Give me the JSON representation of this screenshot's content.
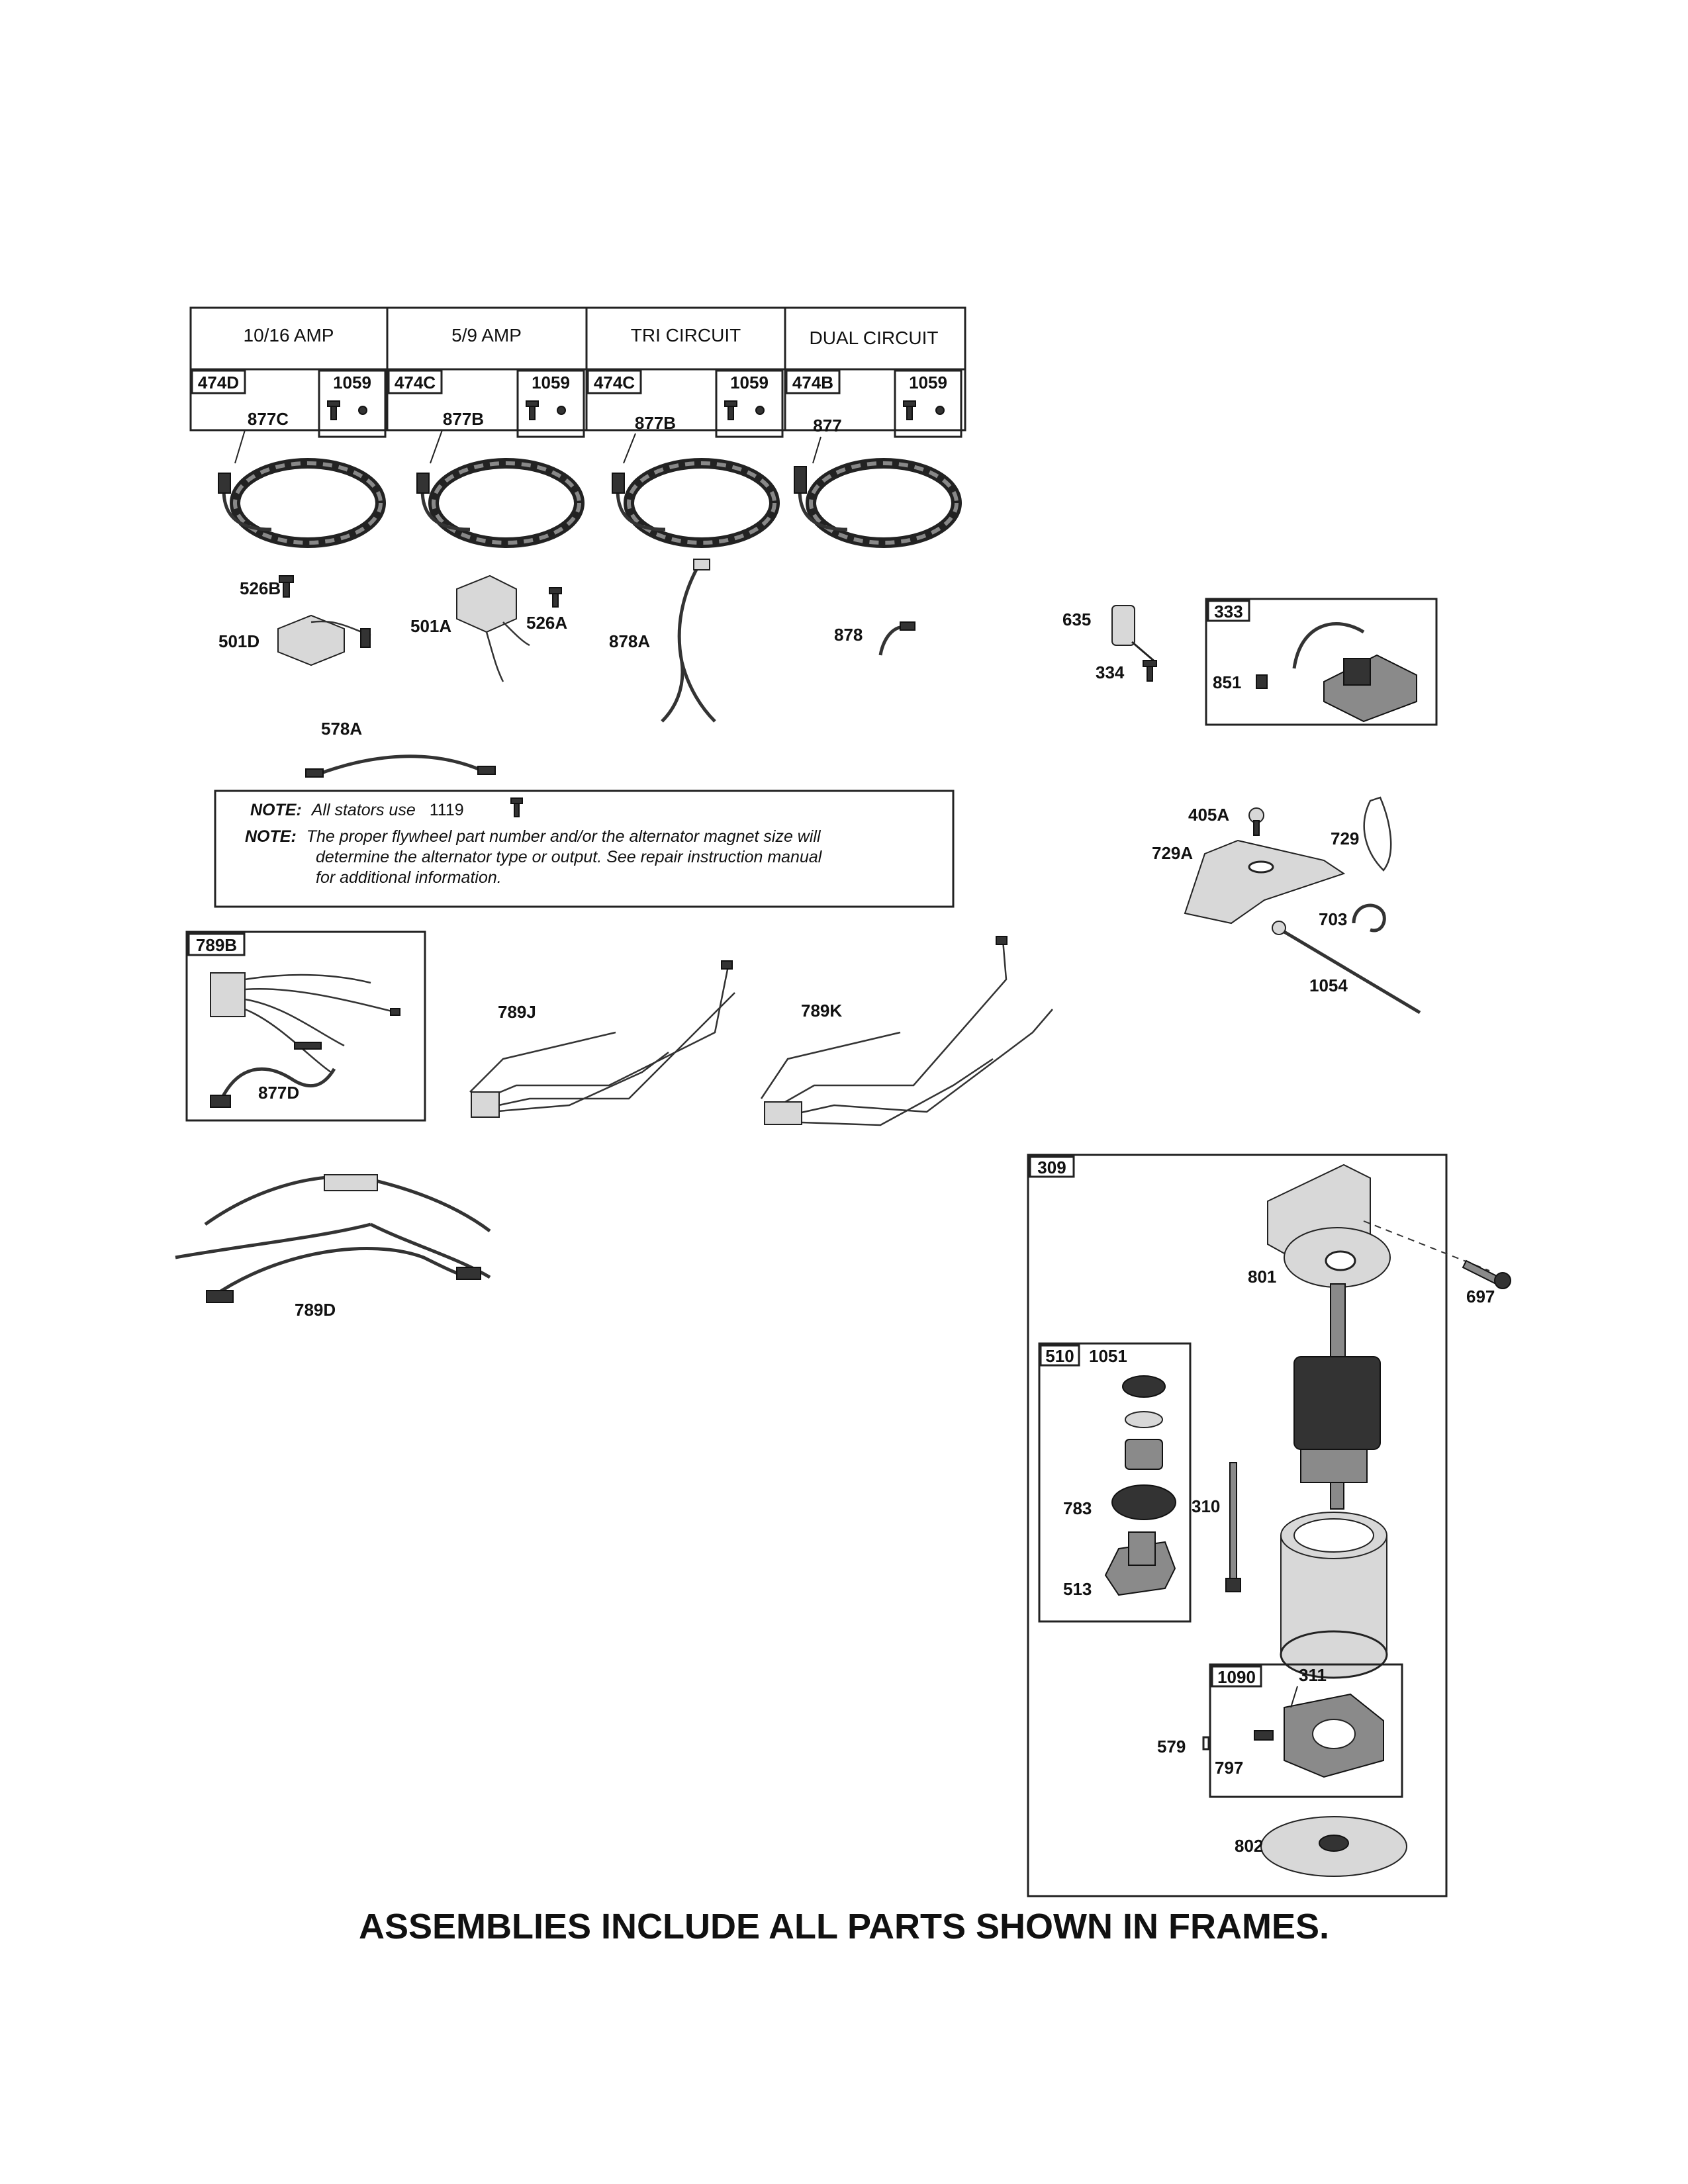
{
  "stator_table": {
    "columns": [
      {
        "header": "10/16 AMP",
        "assembly": "474D",
        "kit": "1059",
        "stator": "877C"
      },
      {
        "header": "5/9 AMP",
        "assembly": "474C",
        "kit": "1059",
        "stator": "877B"
      },
      {
        "header": "TRI CIRCUIT",
        "assembly": "474C",
        "kit": "1059",
        "stator": "877B"
      },
      {
        "header": "DUAL CIRCUIT",
        "assembly": "474B",
        "kit": "1059",
        "stator": "877"
      }
    ]
  },
  "parts": {
    "p526B": "526B",
    "p501D": "501D",
    "p501A": "501A",
    "p526A": "526A",
    "p878A": "878A",
    "p878": "878",
    "p635": "635",
    "p334": "334",
    "p333": "333",
    "p851": "851",
    "p578A": "578A",
    "p405A": "405A",
    "p729": "729",
    "p729A": "729A",
    "p703": "703",
    "p1054": "1054",
    "p789B": "789B",
    "p877D": "877D",
    "p789J": "789J",
    "p789K": "789K",
    "p789D": "789D",
    "p309": "309",
    "p801": "801",
    "p697": "697",
    "p510": "510",
    "p1051": "1051",
    "p783": "783",
    "p513": "513",
    "p310": "310",
    "p1090": "1090",
    "p311": "311",
    "p579": "579",
    "p797": "797",
    "p802": "802"
  },
  "note": {
    "line1_prefix": "NOTE:",
    "line1_text": "All stators use",
    "line1_part": "1119",
    "line2_prefix": "NOTE:",
    "line2_text": "The proper flywheel part number and/or the alternator magnet size will",
    "line3": "determine the alternator type or output. See repair instruction manual",
    "line4": "for additional information."
  },
  "footer": "ASSEMBLIES INCLUDE ALL PARTS SHOWN IN FRAMES."
}
